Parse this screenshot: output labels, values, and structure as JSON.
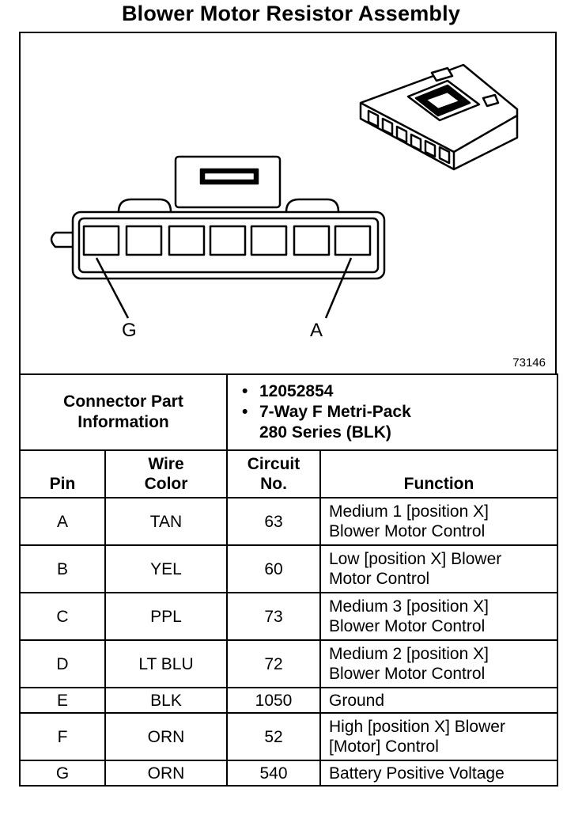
{
  "title": "Blower Motor Resistor Assembly",
  "diagram": {
    "label_left": "G",
    "label_right": "A",
    "figure_id": "73146"
  },
  "connector_info": {
    "label_line1": "Connector Part",
    "label_line2": "Information",
    "bullet": "•",
    "part_number": "12052854",
    "description_line1": "7-Way F Metri-Pack",
    "description_line2": "280 Series (BLK)"
  },
  "table": {
    "headers": {
      "pin": "Pin",
      "wire_line1": "Wire",
      "wire_line2": "Color",
      "circuit_line1": "Circuit",
      "circuit_line2": "No.",
      "function": "Function"
    },
    "rows": [
      {
        "pin": "A",
        "color": "TAN",
        "circuit": "63",
        "f1": "Medium 1 [position X]",
        "f2": "Blower Motor Control"
      },
      {
        "pin": "B",
        "color": "YEL",
        "circuit": "60",
        "f1": "Low [position X] Blower",
        "f2": "Motor Control"
      },
      {
        "pin": "C",
        "color": "PPL",
        "circuit": "73",
        "f1": "Medium 3 [position X]",
        "f2": "Blower Motor Control"
      },
      {
        "pin": "D",
        "color": "LT BLU",
        "circuit": "72",
        "f1": "Medium 2 [position X]",
        "f2": "Blower Motor Control"
      },
      {
        "pin": "E",
        "color": "BLK",
        "circuit": "1050",
        "f1": "Ground",
        "f2": ""
      },
      {
        "pin": "F",
        "color": "ORN",
        "circuit": "52",
        "f1": "High [position X] Blower",
        "f2": "[Motor] Control"
      },
      {
        "pin": "G",
        "color": "ORN",
        "circuit": "540",
        "f1": "Battery Positive Voltage",
        "f2": ""
      }
    ]
  }
}
